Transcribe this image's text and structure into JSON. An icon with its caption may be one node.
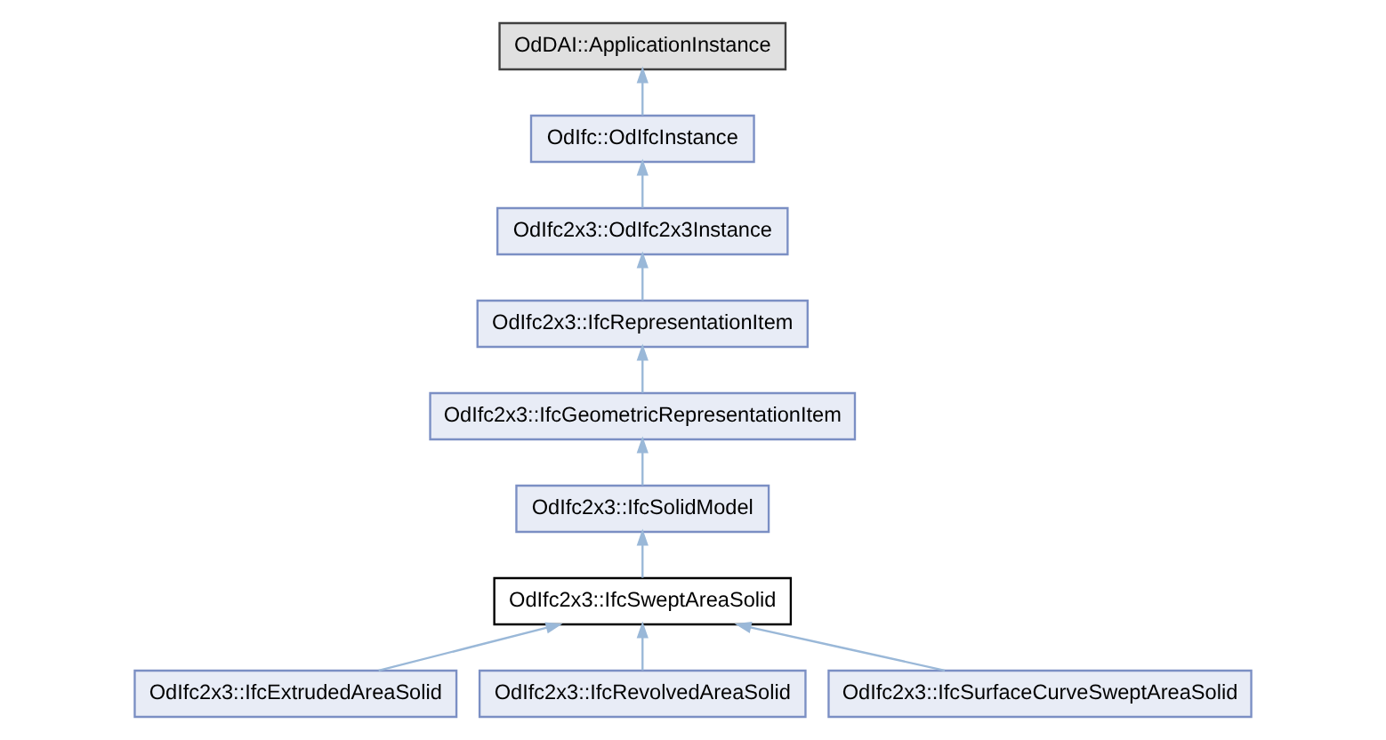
{
  "diagram": {
    "nodes": [
      {
        "text": [
          "OdDAI::ApplicationInstance"
        ]
      },
      {
        "text": [
          "OdIfc::OdIfcInstance"
        ]
      },
      {
        "text": [
          "OdIfc2x3::OdIfc2x3Instance"
        ]
      },
      {
        "text": [
          "OdIfc2x3::IfcRepresentationItem"
        ]
      },
      {
        "text": [
          "OdIfc2x3::IfcGeometricRepresentationItem"
        ]
      },
      {
        "text": [
          "OdIfc2x3::IfcSolidModel"
        ]
      },
      {
        "text": [
          "OdIfc2x3::IfcSweptAreaSolid"
        ]
      },
      {
        "text": [
          "OdIfc2x3::IfcExtrudedAreaSolid"
        ]
      },
      {
        "text": [
          "OdIfc2x3::IfcRevolvedAreaSolid"
        ]
      },
      {
        "text": [
          "OdIfc2x3::IfcSurfaceCurveSweptAreaSolid"
        ]
      }
    ],
    "edges": [
      {
        "from": 1,
        "to": 0,
        "arrow": "to"
      },
      {
        "from": 2,
        "to": 1,
        "arrow": "to"
      },
      {
        "from": 3,
        "to": 2,
        "arrow": "to"
      },
      {
        "from": 4,
        "to": 3,
        "arrow": "to"
      },
      {
        "from": 5,
        "to": 4,
        "arrow": "to"
      },
      {
        "from": 6,
        "to": 5,
        "arrow": "to"
      },
      {
        "from": 7,
        "to": 6,
        "arrow": "to"
      },
      {
        "from": 8,
        "to": 6,
        "arrow": "to"
      },
      {
        "from": 9,
        "to": 6,
        "arrow": "to"
      }
    ]
  }
}
